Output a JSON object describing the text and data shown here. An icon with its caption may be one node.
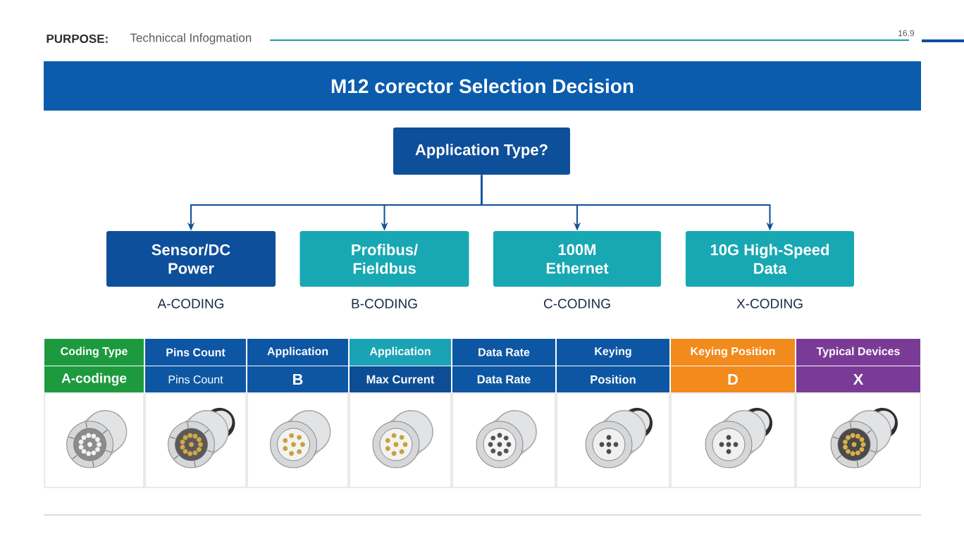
{
  "diagram": {
    "title": "M12 corector Selection Decision",
    "nodes": [
      {
        "text": [
          "Application Type?"
        ]
      },
      {
        "text": [
          "Sensor/DC Power"
        ],
        "beside": [
          "A-CODING"
        ]
      },
      {
        "text": [
          "Profibus/ Fieldbus"
        ],
        "beside": [
          "B-CODING"
        ]
      },
      {
        "text": [
          "100M Ethernet"
        ],
        "beside": [
          "C-CODING"
        ]
      },
      {
        "text": [
          "10G High-Speed Data"
        ],
        "beside": [
          "X-CODING"
        ]
      }
    ],
    "edges": [
      {
        "from": 0,
        "to": 1,
        "arrow": "to"
      },
      {
        "from": 0,
        "to": 2,
        "arrow": "to"
      },
      {
        "from": 0,
        "to": 3,
        "arrow": "to"
      },
      {
        "from": 0,
        "to": 4,
        "arrow": "to"
      }
    ],
    "labels": [
      "PURPOSE:",
      "Techniccal Infogmation",
      "16.9",
      "Coding Type",
      "Pins Count",
      "Application",
      "Application",
      "Data Rate",
      "Keying",
      "Keying Position",
      "Typical Devices",
      "A-codinge",
      "Pins Count",
      "B",
      "Max Current",
      "Data Rate",
      "Position",
      "D",
      "X"
    ]
  }
}
